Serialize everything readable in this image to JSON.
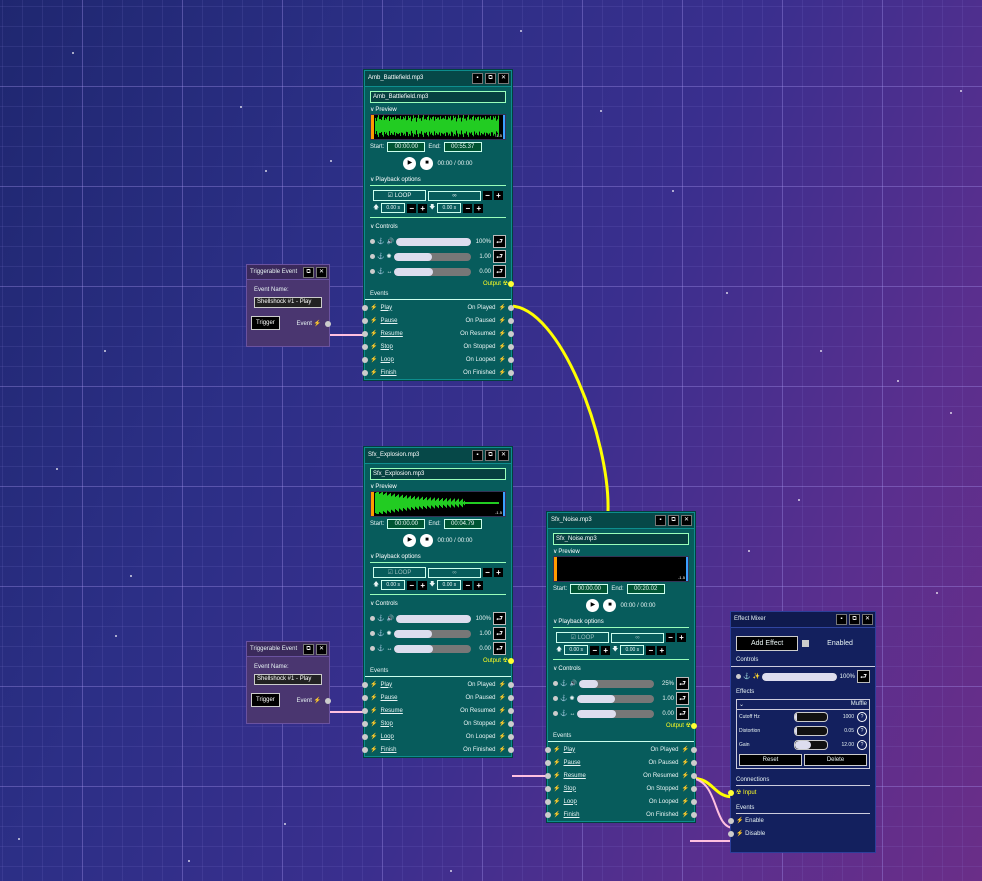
{
  "nodes": {
    "battlefield": {
      "title": "Amb_Battlefield.mp3",
      "file": "Amb_Battlefield.mp3",
      "preview_label": "Preview",
      "wave_badge": "-1.5",
      "start_label": "Start:",
      "start": "00:00.00",
      "end_label": "End:",
      "end": "00:55.37",
      "time": "00:00 / 00:00",
      "playback_label": "Playback options",
      "loop": "LOOP",
      "loop_count": "∞",
      "fade_in": "0.00 s",
      "fade_out": "0.00 s",
      "controls_label": "Controls",
      "volume": "100%",
      "pitch": "1.00",
      "pan": "0.00",
      "volume_fill": 1.0,
      "pitch_fill": 0.5,
      "pan_fill": 0.5,
      "output": "Output",
      "events_label": "Events",
      "events_in": [
        "Play",
        "Pause",
        "Resume",
        "Stop",
        "Loop",
        "Finish"
      ],
      "events_out": [
        "On Played",
        "On Paused",
        "On Resumed",
        "On Stopped",
        "On Looped",
        "On Finished"
      ]
    },
    "explosion": {
      "title": "Sfx_Explosion.mp3",
      "file": "Sfx_Explosion.mp3",
      "preview_label": "Preview",
      "wave_badge": "-1.5",
      "start_label": "Start:",
      "start": "00:00.00",
      "end_label": "End:",
      "end": "00:04.79",
      "time": "00:00 / 00:00",
      "playback_label": "Playback options",
      "loop": "LOOP",
      "loop_count": "∞",
      "fade_in": "0.00 s",
      "fade_out": "0.00 s",
      "controls_label": "Controls",
      "volume": "100%",
      "pitch": "1.00",
      "pan": "0.00",
      "volume_fill": 1.0,
      "pitch_fill": 0.5,
      "pan_fill": 0.5,
      "output": "Output",
      "events_label": "Events",
      "events_in": [
        "Play",
        "Pause",
        "Resume",
        "Stop",
        "Loop",
        "Finish"
      ],
      "events_out": [
        "On Played",
        "On Paused",
        "On Resumed",
        "On Stopped",
        "On Looped",
        "On Finished"
      ]
    },
    "noise": {
      "title": "Sfx_Noise.mp3",
      "file": "Sfx_Noise.mp3",
      "preview_label": "Preview",
      "wave_badge": "-1.5",
      "start_label": "Start:",
      "start": "00:00.00",
      "end_label": "End:",
      "end": "00:20.02",
      "time": "00:00 / 00:00",
      "playback_label": "Playback options",
      "loop": "LOOP",
      "loop_count": "∞",
      "fade_in": "0.00 s",
      "fade_out": "0.00 s",
      "controls_label": "Controls",
      "volume": "25%",
      "pitch": "1.00",
      "pan": "0.00",
      "volume_fill": 0.25,
      "pitch_fill": 0.5,
      "pan_fill": 0.5,
      "output": "Output",
      "events_label": "Events",
      "events_in": [
        "Play",
        "Pause",
        "Resume",
        "Stop",
        "Loop",
        "Finish"
      ],
      "events_out": [
        "On Played",
        "On Paused",
        "On Resumed",
        "On Stopped",
        "On Looped",
        "On Finished"
      ]
    }
  },
  "triggers": [
    {
      "title": "Triggerable Event",
      "name_label": "Event Name:",
      "name": "Shellshock #1 - Play",
      "button": "Trigger",
      "port": "Event"
    },
    {
      "title": "Triggerable Event",
      "name_label": "Event Name:",
      "name": "Shellshock #1 - Play",
      "button": "Trigger",
      "port": "Event"
    }
  ],
  "mixer": {
    "title": "Effect Mixer",
    "add_effect": "Add Effect",
    "enabled": "Enabled",
    "controls_label": "Controls",
    "mix_value": "100%",
    "effects_label": "Effects",
    "effect_name": "Muffle",
    "params": [
      {
        "label": "Cutoff Hz",
        "value": "1000",
        "fill": 0.05
      },
      {
        "label": "Distortion",
        "value": "0.05",
        "fill": 0.05
      },
      {
        "label": "Gain",
        "value": "12.00",
        "fill": 0.5
      }
    ],
    "reset": "Reset",
    "delete": "Delete",
    "connections_label": "Connections",
    "input": "Input",
    "events_label": "Events",
    "enable": "Enable",
    "disable": "Disable"
  },
  "colors": {
    "node_bg": "#075c5c",
    "wire_output": "#ffff00",
    "wire_event": "#ffc0e0",
    "waveform": "#22cc22"
  }
}
